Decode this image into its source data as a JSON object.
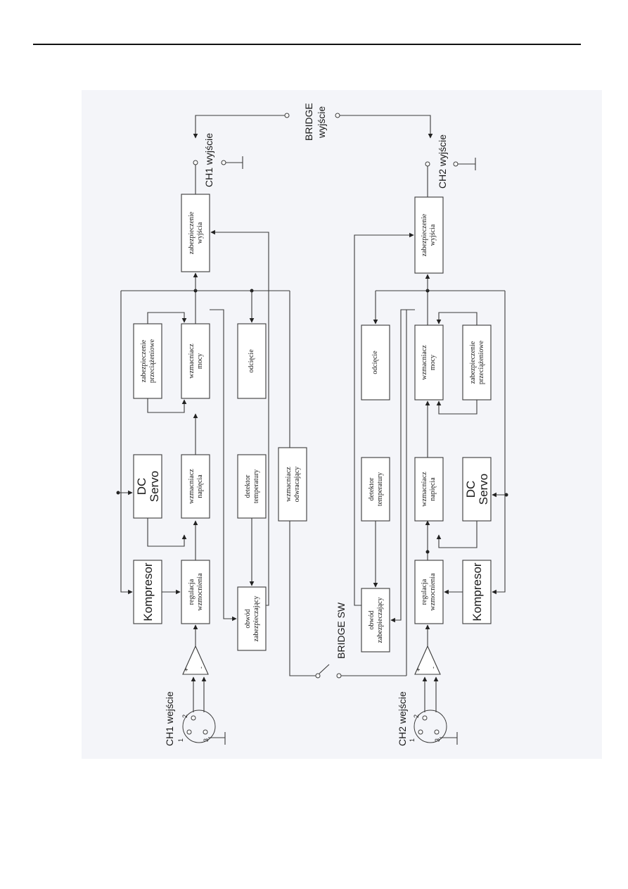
{
  "ch1": {
    "input_label": "CH1 wejście",
    "output_label": "CH1 wyjście",
    "blocks": {
      "kompresor": "Kompresor",
      "regulacja_1": "regulacja",
      "regulacja_2": "wzmocnienia",
      "dc_servo_1": "DC",
      "dc_servo_2": "Servo",
      "wzm_napiecia_1": "wzmacniacz",
      "wzm_napiecia_2": "napięcia",
      "zab_przeciaz_1": "zabezpieczenie",
      "zab_przeciaz_2": "przeciążeniowe",
      "wzm_mocy_1": "wzmacniacz",
      "wzm_mocy_2": "mocy",
      "detektor_1": "detektor",
      "detektor_2": "temperatury",
      "obwod_1": "obwód",
      "obwod_2": "zabezpieczający",
      "odciecie": "odcięcie",
      "wzm_odwr_1": "wzmacniacz",
      "wzm_odwr_2": "odwracający",
      "zab_wyjscia_1": "zabezpieczenie",
      "zab_wyjscia_2": "wyjścia"
    }
  },
  "ch2": {
    "input_label": "CH2 wejście",
    "output_label": "CH2 wyjście",
    "blocks": {
      "kompresor": "Kompresor",
      "regulacja_1": "regulacja",
      "regulacja_2": "wzmocnienia",
      "dc_servo_1": "DC",
      "dc_servo_2": "Servo",
      "wzm_napiecia_1": "wzmacniacz",
      "wzm_napiecia_2": "napięcia",
      "zab_przeciaz_1": "zabezpieczenie",
      "zab_przeciaz_2": "przeciążeniowe",
      "wzm_mocy_1": "wzmacniacz",
      "wzm_mocy_2": "mocy",
      "detektor_1": "detektor",
      "detektor_2": "temperatury",
      "obwod_1": "obwód",
      "obwod_2": "zabezpieczający",
      "odciecie": "odcięcie",
      "zab_wyjscia_1": "zabezpieczenie",
      "zab_wyjscia_2": "wyjścia"
    }
  },
  "bridge": {
    "output_1": "BRIDGE",
    "output_2": "wyjście",
    "switch_label": "BRIDGE SW"
  },
  "connector_pins": {
    "pin1": "1",
    "pin2": "2",
    "pin3": "3"
  },
  "amp_signs": {
    "plus": "+",
    "minus": "-"
  },
  "colors": {
    "page_background": "#ffffff",
    "scan_background": "#f4f5f9",
    "line": "#3a3a3a"
  }
}
